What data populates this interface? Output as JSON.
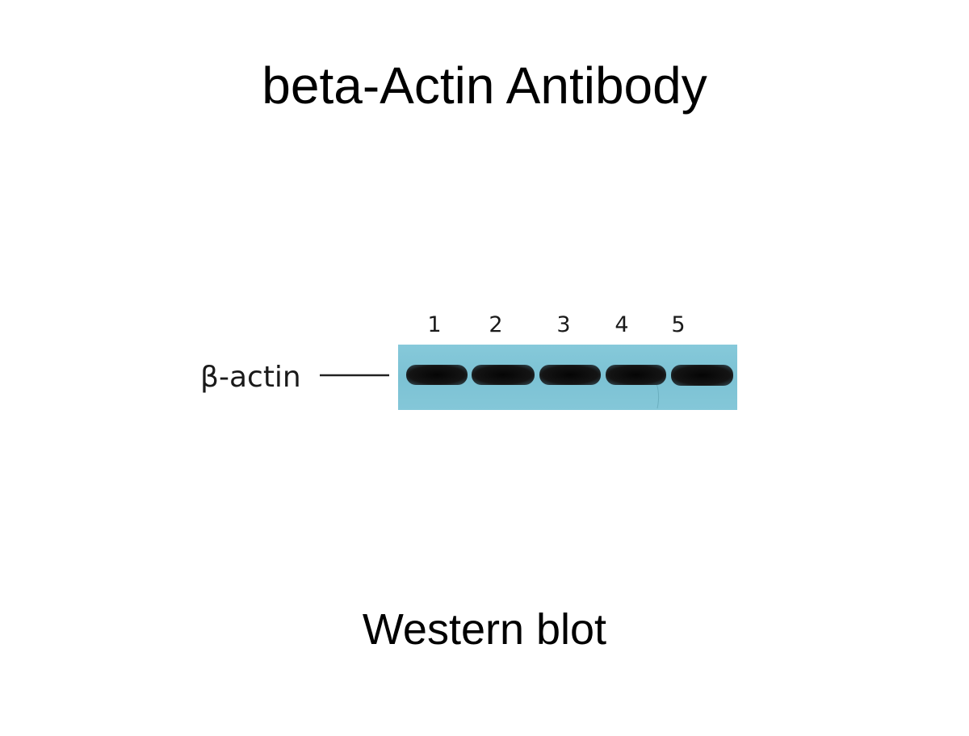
{
  "title": "beta-Actin Antibody",
  "caption": "Western blot",
  "blot": {
    "protein_label": "β-actin",
    "lanes": [
      "1",
      "2",
      "3",
      "4",
      "5"
    ],
    "membrane_color": "#7ec4d6",
    "band_color": "#111111"
  }
}
